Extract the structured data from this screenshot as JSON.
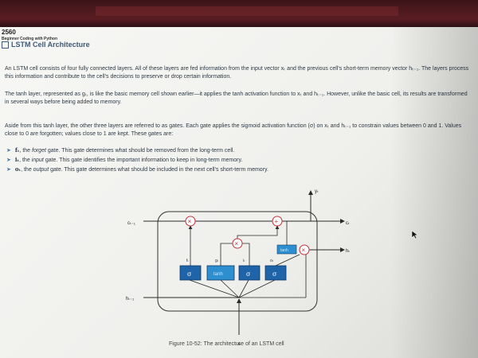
{
  "book": {
    "id": "2560",
    "subtitle": "Beginner Coding with Python"
  },
  "section": {
    "title": "LSTM Cell Architecture"
  },
  "paragraphs": {
    "p1": "An LSTM cell consists of four fully connected layers. All of these layers are fed information from the input vector xₜ and the previous cell's short-term memory vector hₜ₋₁. The layers process this information and contribute to the cell's decisions to preserve or drop certain information.",
    "p2": "The tanh layer, represented as gₜ, is like the basic memory cell shown earlier—it applies the tanh activation function to xₜ and hₜ₋₁. However, unlike the basic cell, its results are transformed in several ways before being added to memory.",
    "p3": "Aside from this tanh layer, the other three layers are referred to as gates. Each gate applies the sigmoid activation function (σ) on xₜ and hₜ₋₁ to constrain values between 0 and 1. Values close to 0 are forgotten; values close to 1 are kept. These gates are:"
  },
  "bullets": [
    {
      "sym": "fₜ",
      "name": "forget",
      "desc": "This gate determines what should be removed from the long-term cell."
    },
    {
      "sym": "iₜ",
      "name": "input",
      "desc": "This gate identifies the important information to keep in long-term memory."
    },
    {
      "sym": "oₜ",
      "name": "output",
      "desc": "This gate determines what should be included in the next cell's short-term memory."
    }
  ],
  "bullet_words": {
    "the": "the",
    "gate": "gate."
  },
  "figure": {
    "caption": "Figure 10-52: The architecture of an LSTM cell",
    "labels": {
      "c_prev": "cₜ₋₁",
      "c_next": "cₜ",
      "h_prev": "hₜ₋₁",
      "h_next": "hₜ",
      "y": "yₜ",
      "x": "xₜ",
      "f": "fₜ",
      "g": "gₜ",
      "i": "iₜ",
      "o": "oₜ",
      "tanh_layer": "tanh",
      "tanh_out": "tanh",
      "sigma": "σ",
      "times": "×",
      "plus": "+"
    }
  },
  "colors": {
    "gate_box": "#1f63a8",
    "tanh_box": "#2e8fd0",
    "op_circle": "#c8313a",
    "accent": "#3e5a78"
  }
}
